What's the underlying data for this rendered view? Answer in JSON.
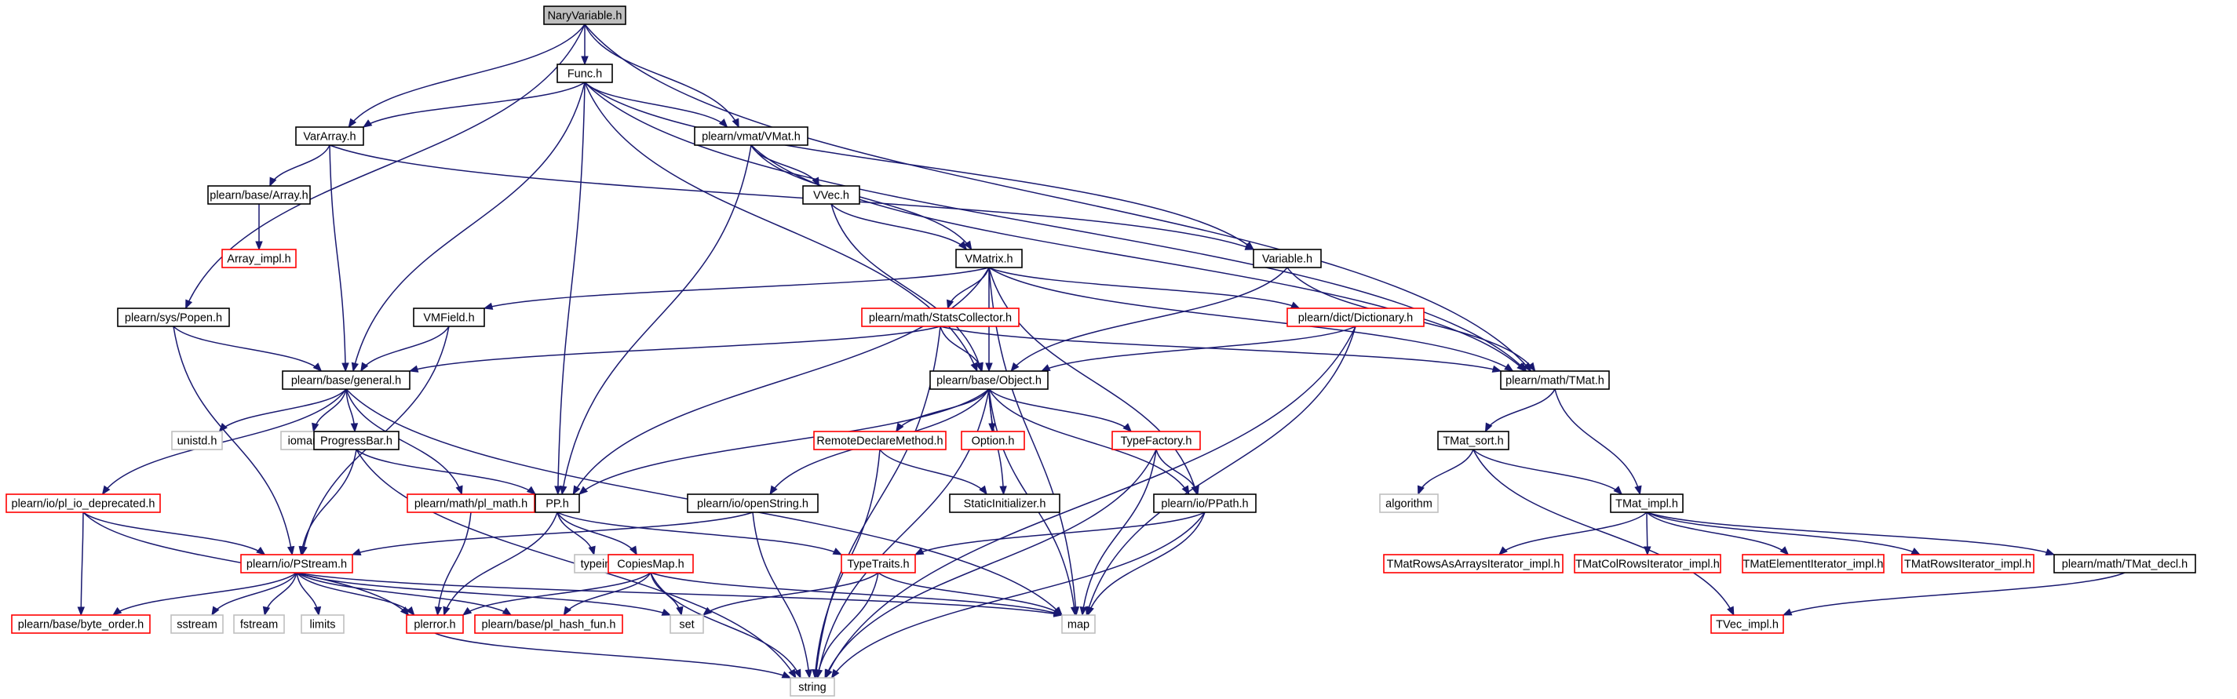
{
  "colors": {
    "edge": "#191970",
    "border_normal": "#000000",
    "border_truncated": "#ff0000",
    "border_external": "#bfbfbf",
    "root_fill": "#bfbfbf"
  },
  "nodes": [
    {
      "id": "naryvariable",
      "label": "NaryVariable.h",
      "kind": "root"
    },
    {
      "id": "func",
      "label": "Func.h",
      "kind": "normal"
    },
    {
      "id": "vararray",
      "label": "VarArray.h",
      "kind": "normal"
    },
    {
      "id": "vmat",
      "label": "plearn/vmat/VMat.h",
      "kind": "normal"
    },
    {
      "id": "base_array",
      "label": "plearn/base/Array.h",
      "kind": "normal"
    },
    {
      "id": "array_impl",
      "label": "Array_impl.h",
      "kind": "truncated"
    },
    {
      "id": "vvec",
      "label": "VVec.h",
      "kind": "normal"
    },
    {
      "id": "vmatrix",
      "label": "VMatrix.h",
      "kind": "normal"
    },
    {
      "id": "variable",
      "label": "Variable.h",
      "kind": "normal"
    },
    {
      "id": "popen",
      "label": "plearn/sys/Popen.h",
      "kind": "normal"
    },
    {
      "id": "vmfield",
      "label": "VMField.h",
      "kind": "normal"
    },
    {
      "id": "statscollector",
      "label": "plearn/math/StatsCollector.h",
      "kind": "truncated"
    },
    {
      "id": "dictionary",
      "label": "plearn/dict/Dictionary.h",
      "kind": "truncated"
    },
    {
      "id": "general",
      "label": "plearn/base/general.h",
      "kind": "normal"
    },
    {
      "id": "object",
      "label": "plearn/base/Object.h",
      "kind": "normal"
    },
    {
      "id": "tmat",
      "label": "plearn/math/TMat.h",
      "kind": "normal"
    },
    {
      "id": "unistd",
      "label": "unistd.h",
      "kind": "external"
    },
    {
      "id": "iomanip",
      "label": "iomanip",
      "kind": "external"
    },
    {
      "id": "progressbar",
      "label": "ProgressBar.h",
      "kind": "normal"
    },
    {
      "id": "remotedeclare",
      "label": "RemoteDeclareMethod.h",
      "kind": "truncated"
    },
    {
      "id": "option",
      "label": "Option.h",
      "kind": "truncated"
    },
    {
      "id": "typefactory",
      "label": "TypeFactory.h",
      "kind": "truncated"
    },
    {
      "id": "tmat_sort",
      "label": "TMat_sort.h",
      "kind": "normal"
    },
    {
      "id": "pl_io_deprecated",
      "label": "plearn/io/pl_io_deprecated.h",
      "kind": "truncated"
    },
    {
      "id": "pl_math",
      "label": "plearn/math/pl_math.h",
      "kind": "truncated"
    },
    {
      "id": "pp",
      "label": "PP.h",
      "kind": "normal"
    },
    {
      "id": "openstring",
      "label": "plearn/io/openString.h",
      "kind": "normal"
    },
    {
      "id": "staticinit",
      "label": "StaticInitializer.h",
      "kind": "normal"
    },
    {
      "id": "ppath",
      "label": "plearn/io/PPath.h",
      "kind": "normal"
    },
    {
      "id": "algorithm",
      "label": "algorithm",
      "kind": "external"
    },
    {
      "id": "tmat_impl",
      "label": "TMat_impl.h",
      "kind": "normal"
    },
    {
      "id": "pstream",
      "label": "plearn/io/PStream.h",
      "kind": "truncated"
    },
    {
      "id": "typeinfo",
      "label": "typeinfo",
      "kind": "external"
    },
    {
      "id": "copiesmap",
      "label": "CopiesMap.h",
      "kind": "truncated"
    },
    {
      "id": "typetraits",
      "label": "TypeTraits.h",
      "kind": "truncated"
    },
    {
      "id": "tmatrowsasarrays",
      "label": "TMatRowsAsArraysIterator_impl.h",
      "kind": "truncated"
    },
    {
      "id": "tmatcolrows",
      "label": "TMatColRowsIterator_impl.h",
      "kind": "truncated"
    },
    {
      "id": "tmatelement",
      "label": "TMatElementIterator_impl.h",
      "kind": "truncated"
    },
    {
      "id": "tmatrows",
      "label": "TMatRowsIterator_impl.h",
      "kind": "truncated"
    },
    {
      "id": "tmat_decl",
      "label": "plearn/math/TMat_decl.h",
      "kind": "normal"
    },
    {
      "id": "byte_order",
      "label": "plearn/base/byte_order.h",
      "kind": "truncated"
    },
    {
      "id": "sstream",
      "label": "sstream",
      "kind": "external"
    },
    {
      "id": "fstream",
      "label": "fstream",
      "kind": "external"
    },
    {
      "id": "limits",
      "label": "limits",
      "kind": "external"
    },
    {
      "id": "plerror",
      "label": "plerror.h",
      "kind": "truncated"
    },
    {
      "id": "pl_hash_fun",
      "label": "plearn/base/pl_hash_fun.h",
      "kind": "truncated"
    },
    {
      "id": "set",
      "label": "set",
      "kind": "external"
    },
    {
      "id": "map",
      "label": "map",
      "kind": "external"
    },
    {
      "id": "tvec_impl",
      "label": "TVec_impl.h",
      "kind": "truncated"
    },
    {
      "id": "string",
      "label": "string",
      "kind": "external"
    }
  ],
  "edges": [
    [
      "naryvariable",
      "func"
    ],
    [
      "naryvariable",
      "vararray"
    ],
    [
      "naryvariable",
      "vmat"
    ],
    [
      "naryvariable",
      "popen"
    ],
    [
      "naryvariable",
      "tmat"
    ],
    [
      "func",
      "vararray"
    ],
    [
      "func",
      "vmat"
    ],
    [
      "func",
      "variable"
    ],
    [
      "func",
      "general"
    ],
    [
      "func",
      "object"
    ],
    [
      "func",
      "pp"
    ],
    [
      "func",
      "tmat"
    ],
    [
      "vararray",
      "base_array"
    ],
    [
      "vararray",
      "general"
    ],
    [
      "vararray",
      "variable"
    ],
    [
      "base_array",
      "array_impl"
    ],
    [
      "vmat",
      "vvec"
    ],
    [
      "vmat",
      "vmatrix"
    ],
    [
      "vmat",
      "pp"
    ],
    [
      "vmat",
      "tmat"
    ],
    [
      "vvec",
      "vmatrix"
    ],
    [
      "vvec",
      "object"
    ],
    [
      "vmatrix",
      "vmfield"
    ],
    [
      "vmatrix",
      "statscollector"
    ],
    [
      "vmatrix",
      "dictionary"
    ],
    [
      "vmatrix",
      "object"
    ],
    [
      "vmatrix",
      "tmat"
    ],
    [
      "vmatrix",
      "pp"
    ],
    [
      "vmatrix",
      "ppath"
    ],
    [
      "vmatrix",
      "map"
    ],
    [
      "variable",
      "object"
    ],
    [
      "variable",
      "tmat"
    ],
    [
      "popen",
      "general"
    ],
    [
      "popen",
      "pstream"
    ],
    [
      "vmfield",
      "general"
    ],
    [
      "vmfield",
      "pstream"
    ],
    [
      "statscollector",
      "general"
    ],
    [
      "statscollector",
      "object"
    ],
    [
      "statscollector",
      "tmat"
    ],
    [
      "statscollector",
      "string"
    ],
    [
      "dictionary",
      "object"
    ],
    [
      "dictionary",
      "map"
    ],
    [
      "dictionary",
      "string"
    ],
    [
      "general",
      "unistd"
    ],
    [
      "general",
      "iomanip"
    ],
    [
      "general",
      "progressbar"
    ],
    [
      "general",
      "pl_io_deprecated"
    ],
    [
      "general",
      "pl_math"
    ],
    [
      "general",
      "map"
    ],
    [
      "object",
      "remotedeclare"
    ],
    [
      "object",
      "option"
    ],
    [
      "object",
      "typefactory"
    ],
    [
      "object",
      "pp"
    ],
    [
      "object",
      "openstring"
    ],
    [
      "object",
      "staticinit"
    ],
    [
      "object",
      "ppath"
    ],
    [
      "object",
      "map"
    ],
    [
      "object",
      "string"
    ],
    [
      "tmat",
      "tmat_sort"
    ],
    [
      "tmat",
      "tmat_impl"
    ],
    [
      "progressbar",
      "pp"
    ],
    [
      "progressbar",
      "pstream"
    ],
    [
      "progressbar",
      "string"
    ],
    [
      "remotedeclare",
      "staticinit"
    ],
    [
      "remotedeclare",
      "string"
    ],
    [
      "typefactory",
      "ppath"
    ],
    [
      "typefactory",
      "map"
    ],
    [
      "typefactory",
      "string"
    ],
    [
      "tmat_sort",
      "algorithm"
    ],
    [
      "tmat_sort",
      "tmat_impl"
    ],
    [
      "tmat_sort",
      "tvec_impl"
    ],
    [
      "pl_io_deprecated",
      "pstream"
    ],
    [
      "pl_io_deprecated",
      "byte_order"
    ],
    [
      "pl_io_deprecated",
      "plerror"
    ],
    [
      "pl_math",
      "plerror"
    ],
    [
      "pp",
      "typeinfo"
    ],
    [
      "pp",
      "copiesmap"
    ],
    [
      "pp",
      "typetraits"
    ],
    [
      "pp",
      "plerror"
    ],
    [
      "openstring",
      "pstream"
    ],
    [
      "openstring",
      "string"
    ],
    [
      "ppath",
      "typetraits"
    ],
    [
      "ppath",
      "map"
    ],
    [
      "ppath",
      "string"
    ],
    [
      "tmat_impl",
      "tmatrowsasarrays"
    ],
    [
      "tmat_impl",
      "tmatcolrows"
    ],
    [
      "tmat_impl",
      "tmatelement"
    ],
    [
      "tmat_impl",
      "tmatrows"
    ],
    [
      "tmat_impl",
      "tmat_decl"
    ],
    [
      "pstream",
      "byte_order"
    ],
    [
      "pstream",
      "sstream"
    ],
    [
      "pstream",
      "fstream"
    ],
    [
      "pstream",
      "limits"
    ],
    [
      "pstream",
      "plerror"
    ],
    [
      "pstream",
      "pl_hash_fun"
    ],
    [
      "pstream",
      "set"
    ],
    [
      "pstream",
      "map"
    ],
    [
      "copiesmap",
      "plerror"
    ],
    [
      "copiesmap",
      "pl_hash_fun"
    ],
    [
      "copiesmap",
      "set"
    ],
    [
      "copiesmap",
      "map"
    ],
    [
      "copiesmap",
      "string"
    ],
    [
      "typetraits",
      "set"
    ],
    [
      "typetraits",
      "map"
    ],
    [
      "typetraits",
      "string"
    ],
    [
      "tmat_decl",
      "tvec_impl"
    ],
    [
      "plerror",
      "string"
    ]
  ]
}
